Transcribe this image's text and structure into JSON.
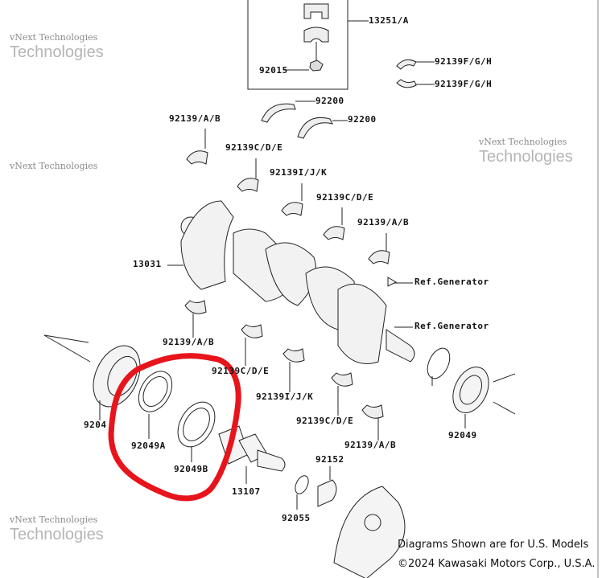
{
  "labels": {
    "p13251a": "13251/A",
    "p92015": "92015",
    "p92139fgh_1": "92139F/G/H",
    "p92139fgh_2": "92139F/G/H",
    "p92200_1": "92200",
    "p92200_2": "92200",
    "p92139ab_1": "92139/A/B",
    "p92139cde_1": "92139C/D/E",
    "p92139ijk_1": "92139I/J/K",
    "p92139cde_2": "92139C/D/E",
    "p92139ab_2": "92139/A/B",
    "p13031": "13031",
    "ref_gen_1": "Ref.Generator",
    "ref_gen_2": "Ref.Generator",
    "p92139ab_3": "92139/A/B",
    "p92139cde_3": "92139C/D/E",
    "p92139ijk_2": "92139I/J/K",
    "p92139cde_4": "92139C/D/E",
    "p92139ab_4": "92139/A/B",
    "p92049": "92049",
    "p9204": "9204",
    "p92049a": "92049A",
    "p92049b": "92049B",
    "p13107": "13107",
    "p92152": "92152",
    "p92055": "92055"
  },
  "watermark": {
    "line1": "vNext Technologies",
    "line2": "vNext",
    "line3": "Technologies"
  },
  "footer": {
    "note": "Diagrams Shown are for U.S. Models",
    "copyright": "©2024 Kawasaki Motors Corp., U.S.A."
  },
  "colors": {
    "highlight": "#e8141c",
    "line": "#222222"
  }
}
